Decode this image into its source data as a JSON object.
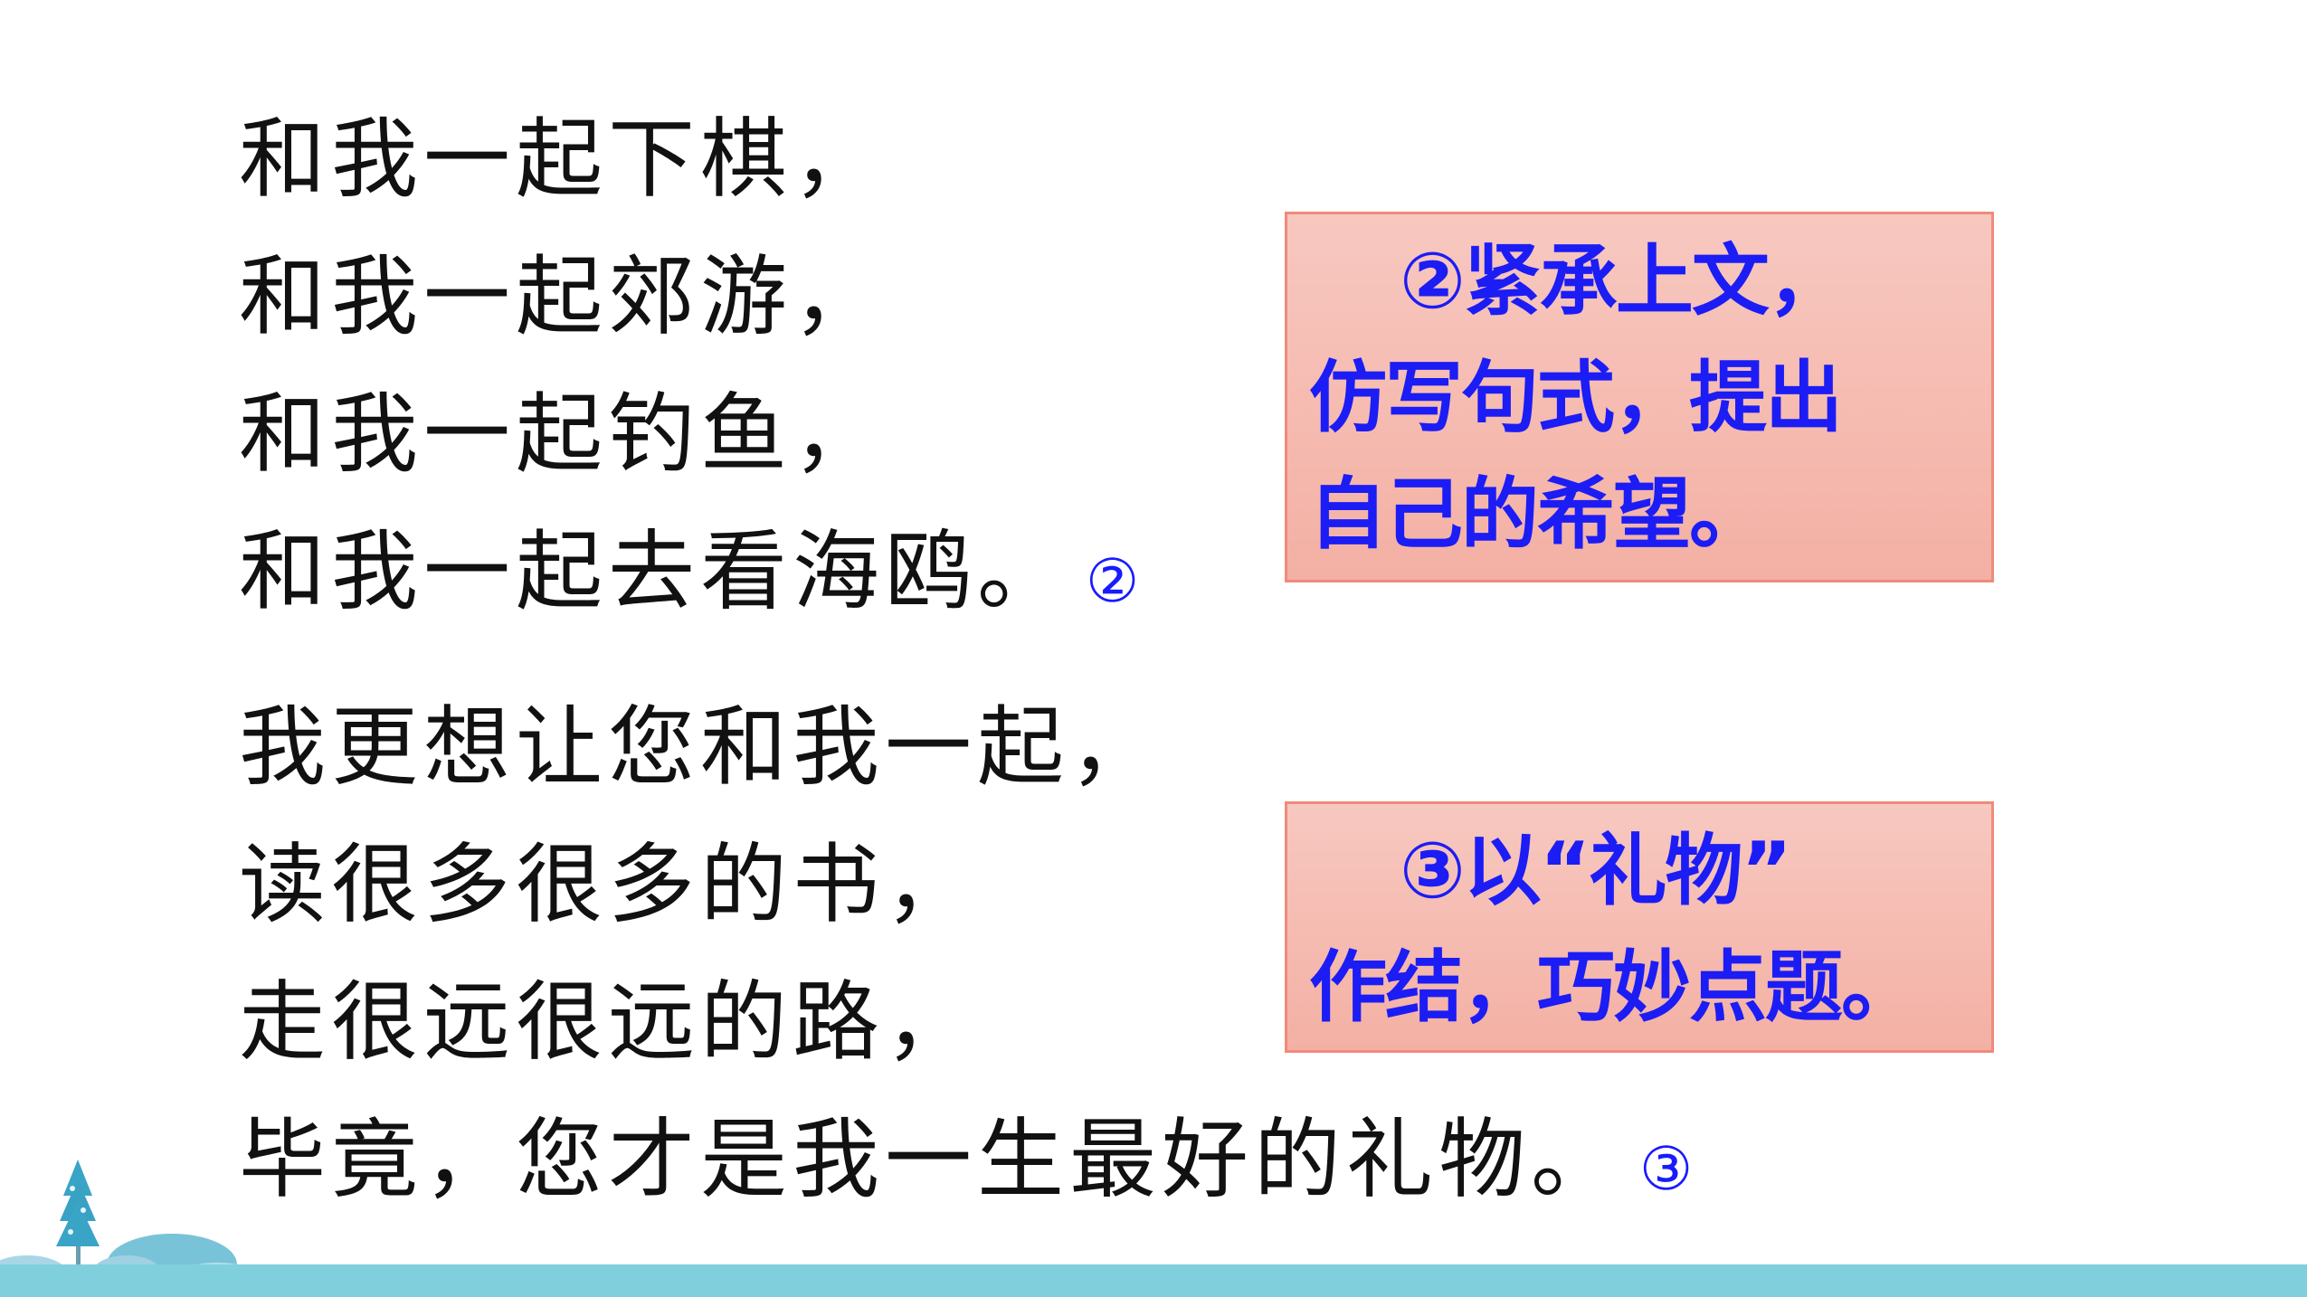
{
  "poem": {
    "lines_part1": [
      "和我一起下棋，",
      "和我一起郊游，",
      "和我一起钓鱼，",
      "和我一起去看海鸥。"
    ],
    "marker_part1": "②",
    "lines_part2": [
      "我更想让您和我一起，",
      "读很多很多的书，",
      "走很远很远的路，",
      "毕竟，您才是我一生最好的礼物。"
    ],
    "marker_part2": "③"
  },
  "notes": {
    "note2": {
      "line1": "②紧承上文，",
      "line2": "仿写句式，提出",
      "line3": "自己的希望。"
    },
    "note3": {
      "line1": "③以“礼物”",
      "line2": "作结，巧妙点题。"
    }
  },
  "colors": {
    "note_text": "#1c1cf5",
    "note_bg": "#f6c0b6",
    "note_border": "#f08a7a",
    "bottom_bar": "#7fd0dc"
  }
}
